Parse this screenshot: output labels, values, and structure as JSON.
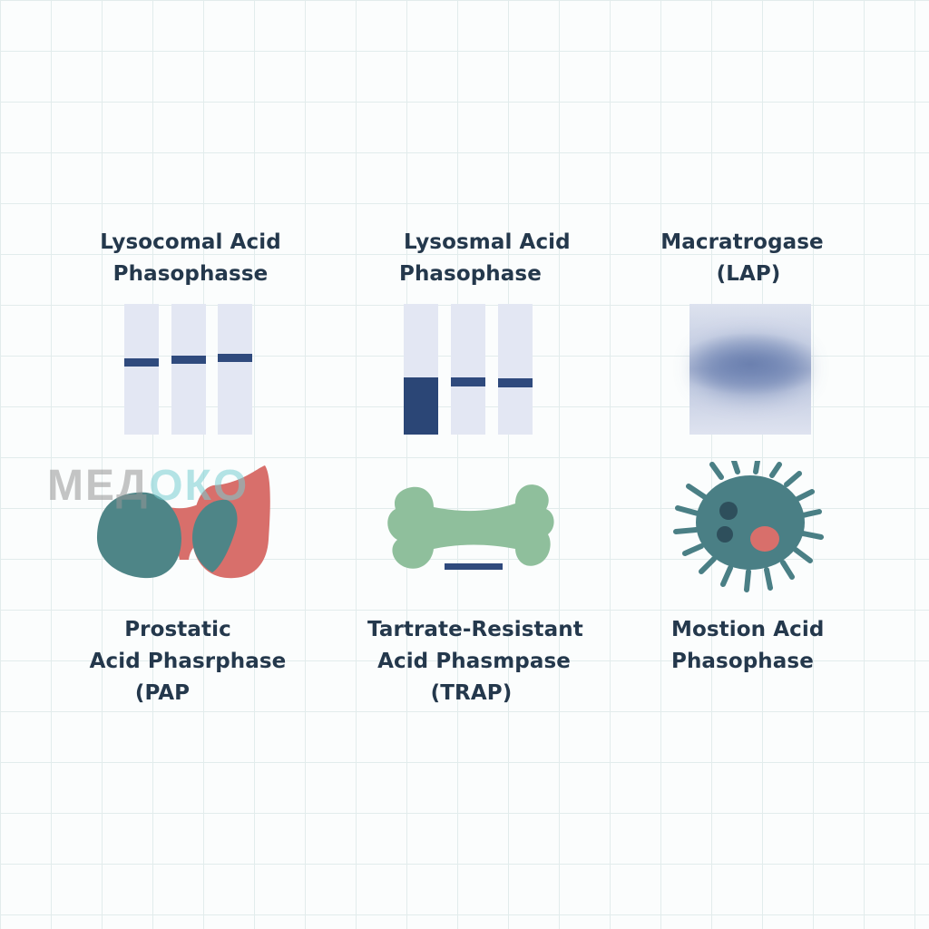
{
  "panels": {
    "lysosomal_1": {
      "title_line1": "Lysocomal Acid",
      "title_line2": "Phasophasse"
    },
    "lysosomal_2": {
      "title_line1": "Lysosmal Acid",
      "title_line2": "Phasophase"
    },
    "macro": {
      "title_line1": "Macratrogase",
      "title_line2": "(LAP)"
    },
    "prostatic": {
      "label_line1": "Prostatic",
      "label_line2": "Acid Phasrphase",
      "label_line3": "(PAP"
    },
    "trap": {
      "label_line1": "Tartrate-Resistant",
      "label_line2": "Acid Phasmpase",
      "label_line3": "(TRAP)"
    },
    "mostion": {
      "label_line1": "Mostion Acid",
      "label_line2": "Phasophase"
    }
  },
  "watermark": {
    "part1": "МЕД",
    "part2": "ОКО"
  },
  "colors": {
    "lane": "#e3e7f3",
    "band": "#2f4a7d",
    "teal": "#4e8587",
    "coral": "#d86f6b",
    "bone": "#8fbf9c",
    "cell": "#4a7f85"
  }
}
